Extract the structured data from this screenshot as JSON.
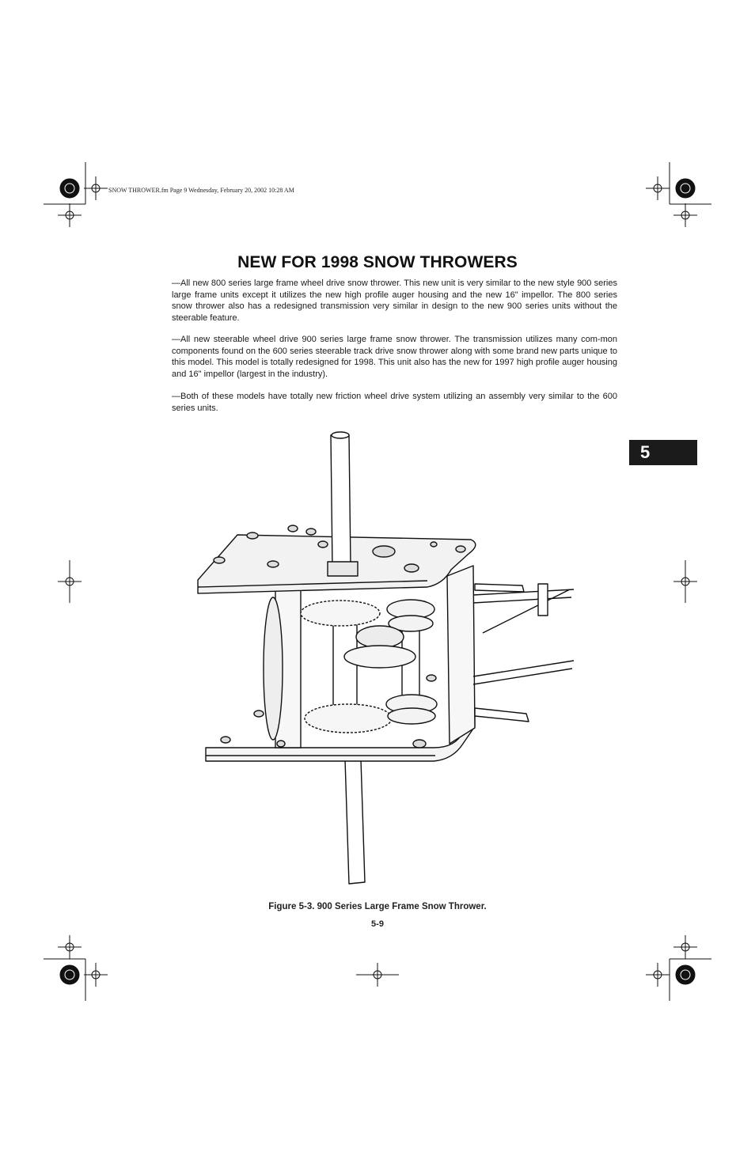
{
  "header": {
    "slug": "SNOW THROWER.fm  Page 9  Wednesday, February 20, 2002  10:28 AM"
  },
  "main": {
    "title": "NEW FOR 1998 SNOW THROWERS",
    "paragraphs": [
      "—All new 800 series large frame wheel drive snow thrower. This new unit is very similar to the new style 900 series large frame units except it utilizes the new high profile auger housing and the new 16\" impellor. The 800 series snow thrower also has a redesigned transmission very similar in design to the new 900 series units without the steerable feature.",
      "—All new steerable wheel drive 900 series large frame snow thrower. The transmission utilizes many com-mon components found on the 600 series steerable track drive snow thrower along with some brand new parts unique to this model. This model is totally redesigned for 1998. This unit also has the new for 1997 high profile auger housing and 16\" impellor (largest in the industry).",
      "—Both of these models have totally new friction wheel drive system utilizing an assembly very similar to the 600 series units."
    ],
    "figure_caption": "Figure 5-3. 900 Series Large Frame Snow Thrower."
  },
  "side_tab": {
    "label": "5"
  },
  "footer": {
    "page_number": "5-9"
  }
}
